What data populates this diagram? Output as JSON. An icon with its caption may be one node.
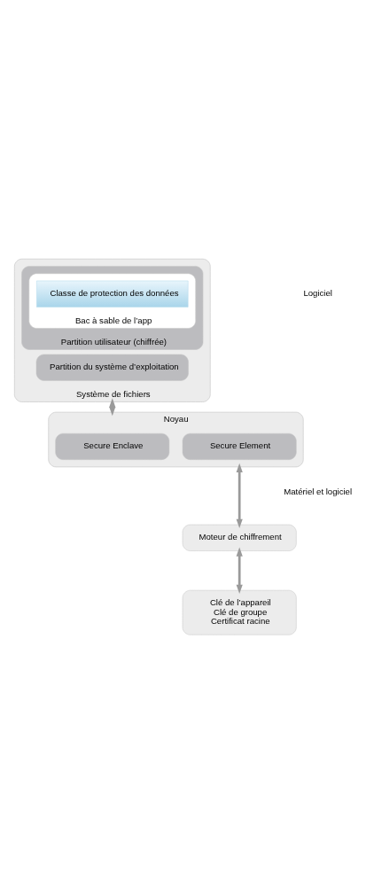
{
  "diagram": {
    "nodes": [
      {
        "text": [
          "Système de fichiers"
        ]
      },
      {
        "text": [
          "Partition utilisateur (chiffrée)"
        ],
        "in": 0
      },
      {
        "text": [
          "Bac à sable de l’app"
        ],
        "in": 1
      },
      {
        "text": [
          "Classe de protection des données"
        ],
        "in": 2
      },
      {
        "text": [
          "Partition du système d’exploitation"
        ],
        "in": 0
      },
      {
        "text": [
          "Noyau"
        ]
      },
      {
        "text": [
          "Secure Enclave"
        ],
        "in": 5
      },
      {
        "text": [
          "Secure Element"
        ],
        "in": 5
      },
      {
        "text": [
          "Moteur de chiffrement"
        ]
      },
      {
        "text": [
          "Clé de l’appareil",
          "Clé de groupe",
          "Certificat racine"
        ]
      }
    ],
    "edges": [
      {
        "from": 0,
        "to": 5,
        "arrow": "both"
      },
      {
        "from": 5,
        "to": 8,
        "arrow": "both"
      },
      {
        "from": 8,
        "to": 9,
        "arrow": "both"
      }
    ],
    "labels": [
      "Logiciel",
      "Matériel et logiciel"
    ]
  }
}
